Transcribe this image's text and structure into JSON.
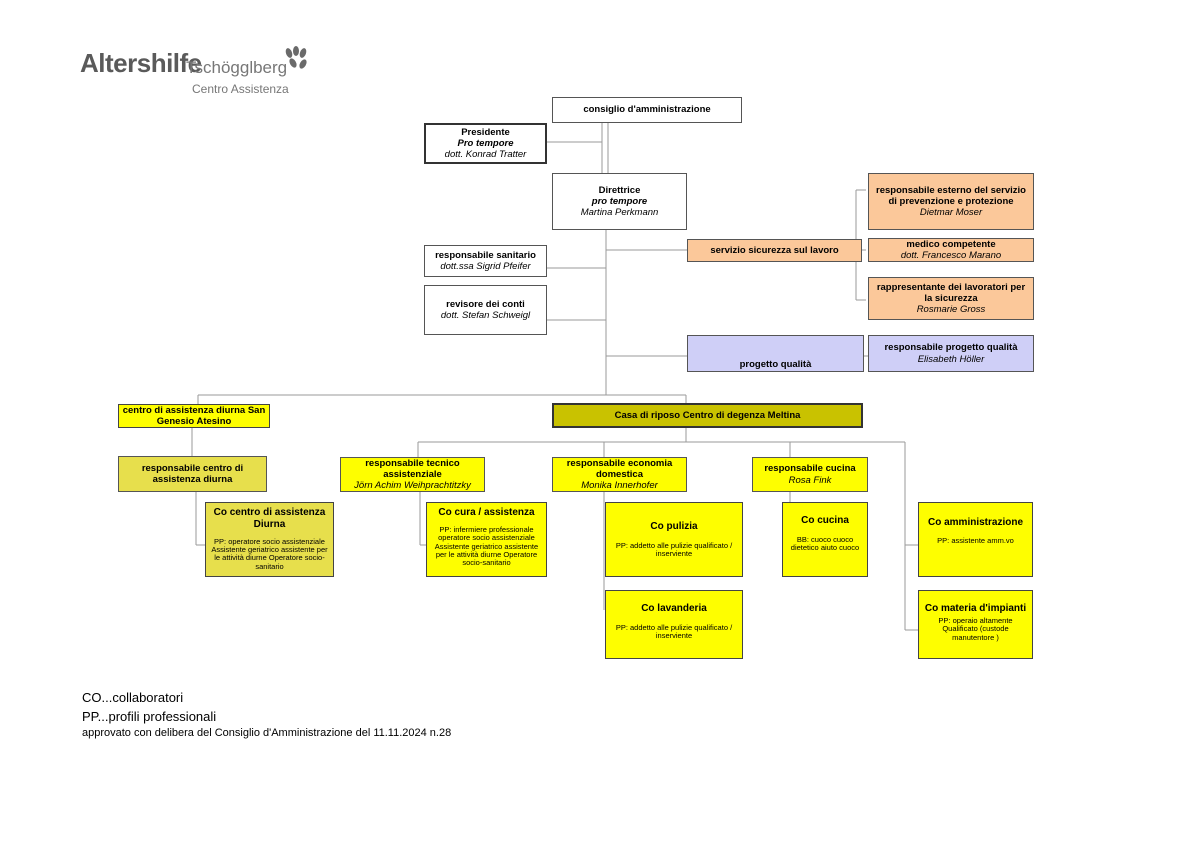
{
  "logo": {
    "main": "Altershilfe",
    "sub": "Tschögglberg",
    "tagline": "Centro Assistenza"
  },
  "boxes": {
    "consiglio": {
      "title": "consiglio d'amministrazione"
    },
    "presidente": {
      "title": "Presidente",
      "sub": "Pro tempore",
      "name": "dott. Konrad Tratter"
    },
    "direttrice": {
      "title": "Direttrice",
      "sub": "pro tempore",
      "name": "Martina Perkmann"
    },
    "resp_sanitario": {
      "title": "responsabile sanitario",
      "name": "dott.ssa Sigrid Pfeifer"
    },
    "revisore": {
      "title": "revisore dei conti",
      "name": "dott. Stefan Schweigl"
    },
    "sicurezza": {
      "title": "servizio sicurezza sul lavoro"
    },
    "resp_esterno": {
      "title": "responsabile esterno del servizio di prevenzione e protezione",
      "name": "Dietmar Moser"
    },
    "medico": {
      "title": "medico competente",
      "name": "dott. Francesco Marano"
    },
    "rappresentante": {
      "title": "rappresentante dei lavoratori per la sicurezza",
      "name": "Rosmarie Gross"
    },
    "progetto_qualita": {
      "title": "progetto qualità"
    },
    "resp_qualita": {
      "title": "responsabile progetto qualità",
      "name": "Elisabeth Höller"
    },
    "centro_diurna": {
      "title": "centro di assistenza diurna San Genesio Atesino"
    },
    "casa_riposo": {
      "title": "Casa di riposo Centro di degenza Meltina"
    },
    "resp_diurna": {
      "title": "responsabile centro di assistenza diurna"
    },
    "resp_tecnico": {
      "title": "responsabile tecnico assistenziale",
      "name": "Jörn Achim Weihprachtitzky"
    },
    "resp_economia": {
      "title": "responsabile economia domestica",
      "name": "Monika Innerhofer"
    },
    "resp_cucina": {
      "title": "responsabile cucina",
      "name": "Rosa Fink"
    },
    "co_diurna": {
      "title": "Co centro di assistenza Diurna",
      "text": "PP: operatore socio assistenziale Assistente geriatrico assistente per le attività diurne Operatore socio-sanitario"
    },
    "co_cura": {
      "title": "Co cura / assistenza",
      "text": "PP: infermiere professionale operatore socio assistenziale Assistente geriatrico assistente per le attività diurne Operatore socio-sanitario"
    },
    "co_pulizia": {
      "title": "Co pulizia",
      "text": "PP: addetto alle pulizie qualificato / inserviente"
    },
    "co_cucina": {
      "title": "Co cucina",
      "text": "BB: cuoco cuoco dietetico aiuto cuoco"
    },
    "co_amministrazione": {
      "title": "Co amministrazione",
      "text": "PP: assistente amm.vo"
    },
    "co_lavanderia": {
      "title": "Co lavanderia",
      "text": "PP: addetto alle pulizie qualificato / inserviente"
    },
    "co_materia": {
      "title": "Co materia d'impianti",
      "text": "PP: operaio altamente Qualificato (custode manutentore )"
    }
  },
  "notes": {
    "line1": "CO...collaboratori",
    "line2": "PP...profili professionali",
    "line3": "approvato con delibera del Consiglio d'Amministrazione del 11.11.2024 n.28"
  },
  "colors": {
    "orange": "#fbc89a",
    "lavender": "#cfcff7",
    "yellow": "#fefe00",
    "olive": "#c9c200",
    "khaki": "#e7df4c"
  }
}
